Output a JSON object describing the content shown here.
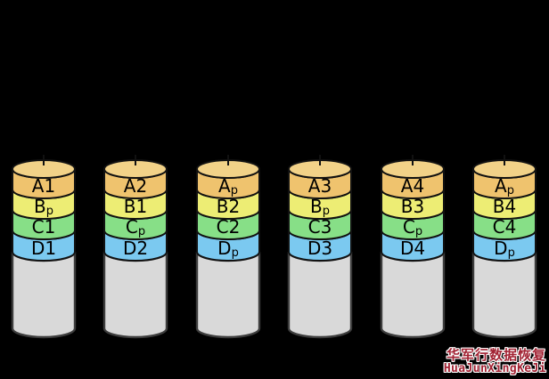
{
  "colors": {
    "background": "#000000",
    "band_a_top": "#F2D288",
    "band_a": "#EFC36E",
    "band_b": "#EDED74",
    "band_c": "#87DF87",
    "band_d": "#7BC9F0",
    "disk_body": "#D9D9D9",
    "outline": "#111111",
    "watermark_red": "#AA2233"
  },
  "disks": [
    {
      "name": "disk-1",
      "blocks": [
        {
          "base": "A1",
          "sub": ""
        },
        {
          "base": "B",
          "sub": "p"
        },
        {
          "base": "C1",
          "sub": ""
        },
        {
          "base": "D1",
          "sub": ""
        }
      ]
    },
    {
      "name": "disk-2",
      "blocks": [
        {
          "base": "A2",
          "sub": ""
        },
        {
          "base": "B1",
          "sub": ""
        },
        {
          "base": "C",
          "sub": "p"
        },
        {
          "base": "D2",
          "sub": ""
        }
      ]
    },
    {
      "name": "disk-3",
      "blocks": [
        {
          "base": "A",
          "sub": "p"
        },
        {
          "base": "B2",
          "sub": ""
        },
        {
          "base": "C2",
          "sub": ""
        },
        {
          "base": "D",
          "sub": "p"
        }
      ]
    },
    {
      "name": "disk-4",
      "blocks": [
        {
          "base": "A3",
          "sub": ""
        },
        {
          "base": "B",
          "sub": "p"
        },
        {
          "base": "C3",
          "sub": ""
        },
        {
          "base": "D3",
          "sub": ""
        }
      ]
    },
    {
      "name": "disk-5",
      "blocks": [
        {
          "base": "A4",
          "sub": ""
        },
        {
          "base": "B3",
          "sub": ""
        },
        {
          "base": "C",
          "sub": "p"
        },
        {
          "base": "D4",
          "sub": ""
        }
      ]
    },
    {
      "name": "disk-6",
      "blocks": [
        {
          "base": "A",
          "sub": "p"
        },
        {
          "base": "B4",
          "sub": ""
        },
        {
          "base": "C4",
          "sub": ""
        },
        {
          "base": "D",
          "sub": "p"
        }
      ]
    }
  ],
  "watermark": {
    "line1": "华军行数据恢复",
    "line2": "HuaJunXingKeJi"
  }
}
